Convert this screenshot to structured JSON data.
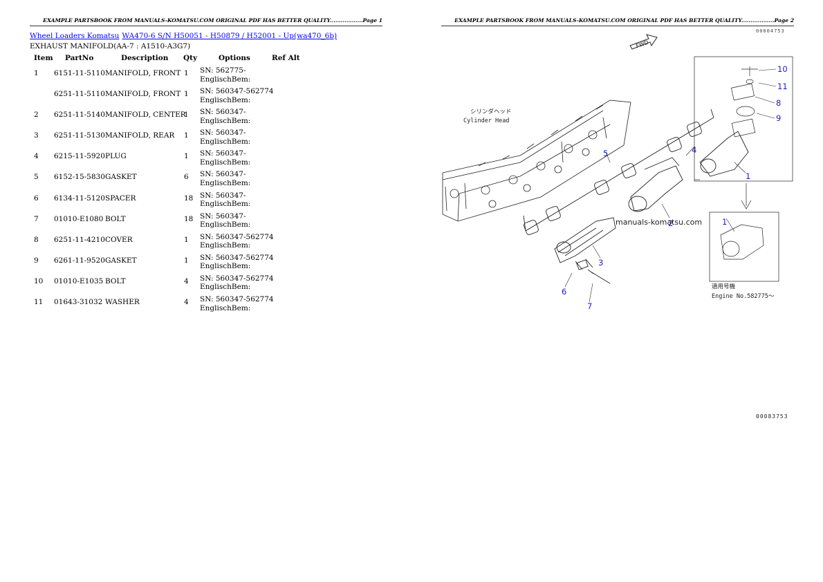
{
  "header": {
    "page1": "EXAMPLE PARTSBOOK FROM MANUALS-KOMATSU.COM ORIGINAL PDF HAS BETTER QUALITY..................Page 1",
    "page2": "EXAMPLE PARTSBOOK FROM MANUALS-KOMATSU.COM ORIGINAL PDF HAS BETTER QUALITY..................Page 2"
  },
  "breadcrumb": {
    "link1": "Wheel Loaders Komatsu",
    "link2": "WA470-6 S/N H50051 - H50879 / H52001 - Up(wa470_6b)"
  },
  "section_title": "EXHAUST MANIFOLD(AA-7 : A1510-A3G7)",
  "table": {
    "headers": [
      "Item",
      "PartNo",
      "Description",
      "Qty",
      "Options",
      "Ref Alt"
    ],
    "rows": [
      {
        "item": "1",
        "part": "6151-11-5110",
        "desc": "MANIFOLD, FRONT",
        "qty": "1",
        "opt1": "SN: 562775-",
        "opt2": "EnglischBem:"
      },
      {
        "item": "",
        "part": "6251-11-5110",
        "desc": "MANIFOLD, FRONT",
        "qty": "1",
        "opt1": "SN: 560347-562774",
        "opt2": "EnglischBem:"
      },
      {
        "item": "2",
        "part": "6251-11-5140",
        "desc": "MANIFOLD, CENTER",
        "qty": "1",
        "opt1": "SN: 560347-",
        "opt2": "EnglischBem:"
      },
      {
        "item": "3",
        "part": "6251-11-5130",
        "desc": "MANIFOLD, REAR",
        "qty": "1",
        "opt1": "SN: 560347-",
        "opt2": "EnglischBem:"
      },
      {
        "item": "4",
        "part": "6215-11-5920",
        "desc": "PLUG",
        "qty": "1",
        "opt1": "SN: 560347-",
        "opt2": "EnglischBem:"
      },
      {
        "item": "5",
        "part": "6152-15-5830",
        "desc": "GASKET",
        "qty": "6",
        "opt1": "SN: 560347-",
        "opt2": "EnglischBem:"
      },
      {
        "item": "6",
        "part": "6134-11-5120",
        "desc": "SPACER",
        "qty": "18",
        "opt1": "SN: 560347-",
        "opt2": "EnglischBem:"
      },
      {
        "item": "7",
        "part": "01010-E1080",
        "desc": "BOLT",
        "qty": "18",
        "opt1": "SN: 560347-",
        "opt2": "EnglischBem:"
      },
      {
        "item": "8",
        "part": "6251-11-4210",
        "desc": "COVER",
        "qty": "1",
        "opt1": "SN: 560347-562774",
        "opt2": "EnglischBem:"
      },
      {
        "item": "9",
        "part": "6261-11-9520",
        "desc": "GASKET",
        "qty": "1",
        "opt1": "SN: 560347-562774",
        "opt2": "EnglischBem:"
      },
      {
        "item": "10",
        "part": "01010-E1035",
        "desc": "BOLT",
        "qty": "4",
        "opt1": "SN: 560347-562774",
        "opt2": "EnglischBem:"
      },
      {
        "item": "11",
        "part": "01643-31032",
        "desc": "WASHER",
        "qty": "4",
        "opt1": "SN: 560347-562774",
        "opt2": "EnglischBem:"
      }
    ]
  },
  "diagram": {
    "fwd": "FWD",
    "cyl_jp": "シリンダヘッド",
    "cyl_en": "Cylinder Head",
    "watermark": "manuals-komatsu.com",
    "engine_jp": "適用号機",
    "engine_en": "Engine No.582775～",
    "callouts": [
      "1",
      "2",
      "3",
      "4",
      "5",
      "6",
      "7",
      "8",
      "9",
      "10",
      "11",
      "1"
    ],
    "callout_color": "#1a1acc",
    "footer_code": "00083753",
    "top_code": "00004753"
  }
}
